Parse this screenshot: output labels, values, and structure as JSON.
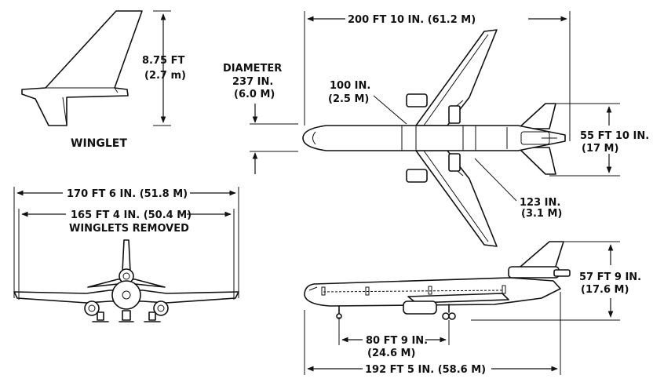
{
  "winglet": {
    "height_ft": "8.75 FT",
    "height_m": "(2.7 m)",
    "label": "WINGLET"
  },
  "fuselage": {
    "diameter_label": "DIAMETER",
    "diameter_in": "237 IN.",
    "diameter_m": "(6.0 M)"
  },
  "top_view": {
    "length": "200 FT 10 IN. (61.2 M)",
    "span_100_in": "100 IN.",
    "span_100_m": "(2.5 M)",
    "tail_span_ft": "55 FT 10 IN.",
    "tail_span_m": "(17 M)",
    "gear_track_in": "123 IN.",
    "gear_track_m": "(3.1 M)"
  },
  "front_view": {
    "span_with_winglets": "170 FT 6 IN. (51.8 M)",
    "span_without_winglets": "165 FT 4 IN. (50.4 M)",
    "winglets_removed": "WINGLETS REMOVED"
  },
  "side_view": {
    "height_ft": "57 FT 9 IN.",
    "height_m": "(17.6 M)",
    "wheelbase_ft": "80 FT 9 IN.",
    "wheelbase_m": "(24.6 M)",
    "length": "192 FT 5 IN. (58.6 M)"
  }
}
